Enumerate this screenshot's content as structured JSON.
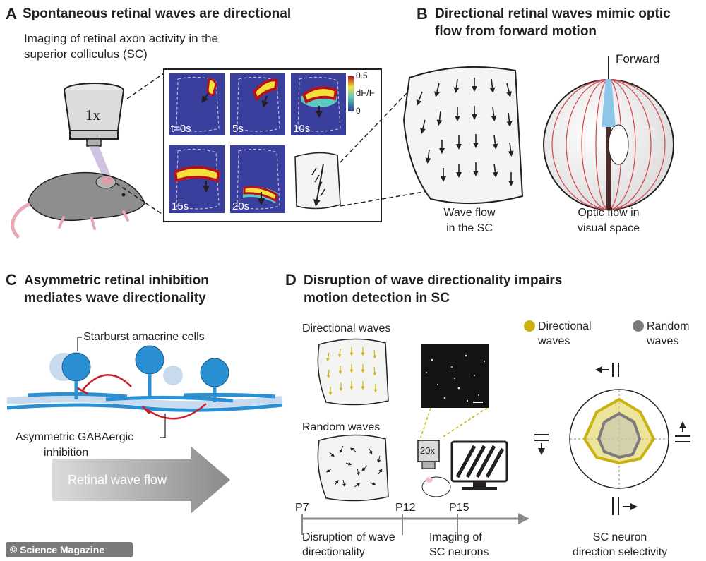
{
  "panel_a": {
    "letter": "A",
    "title": "Spontaneous retinal waves are directional",
    "subtitle_line1": "Imaging of retinal axon activity in the",
    "subtitle_line2": "superior colliculus (SC)",
    "objective_label": "1x",
    "colorbar_max": "0.5",
    "colorbar_label": "dF/F",
    "colorbar_min": "0",
    "frames": [
      "t=0s",
      "5s",
      "10s",
      "15s",
      "20s"
    ]
  },
  "panel_b": {
    "letter": "B",
    "title_line1": "Directional retinal waves mimic optic",
    "title_line2": "flow from forward motion",
    "forward_label": "Forward",
    "wave_flow_line1": "Wave flow",
    "wave_flow_line2": "in the SC",
    "optic_flow_line1": "Optic flow in",
    "optic_flow_line2": "visual space"
  },
  "panel_c": {
    "letter": "C",
    "title_line1": "Asymmetric retinal inhibition",
    "title_line2": "mediates wave directionality",
    "starburst_label": "Starburst amacrine cells",
    "gaba_line1": "Asymmetric GABAergic",
    "gaba_line2": "inhibition",
    "flow_arrow_label": "Retinal wave flow"
  },
  "panel_d": {
    "letter": "D",
    "title_line1": "Disruption of wave directionality impairs",
    "title_line2": "motion detection in SC",
    "directional_waves": "Directional waves",
    "random_waves": "Random waves",
    "objective_label": "20x",
    "timeline": [
      "P7",
      "P12",
      "P15"
    ],
    "disruption_line1": "Disruption of wave",
    "disruption_line2": "directionality",
    "imaging_line1": "Imaging of",
    "imaging_line2": "SC neurons",
    "legend_directional_line1": "Directional",
    "legend_directional_line2": "waves",
    "legend_random_line1": "Random",
    "legend_random_line2": "waves",
    "polar_caption_line1": "SC neuron",
    "polar_caption_line2": "direction selectivity",
    "colors": {
      "directional": "#c9b312",
      "random": "#7f7b7c"
    }
  },
  "credit": "© Science Magazine"
}
